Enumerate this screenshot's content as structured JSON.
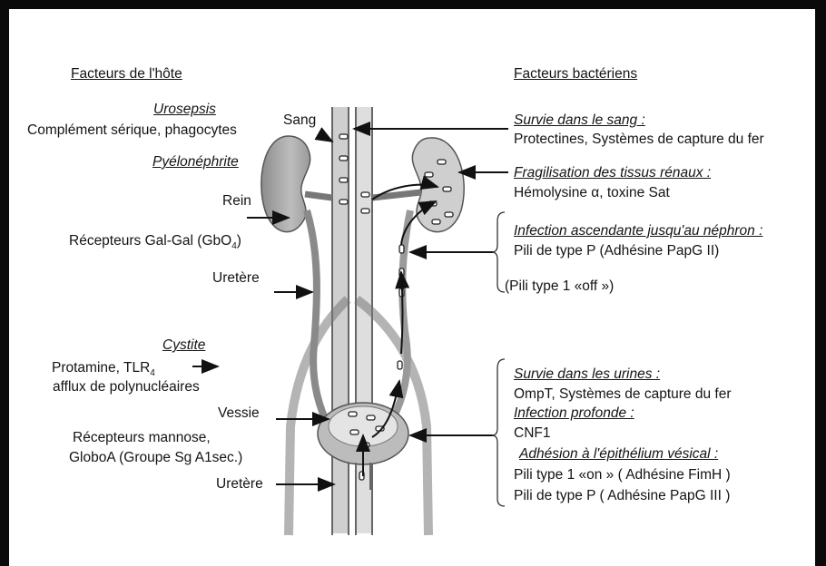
{
  "left": {
    "header": "Facteurs de l'hôte",
    "urosepsis": {
      "title": "Urosepsis",
      "text": "Complément sérique, phagocytes"
    },
    "sang": "Sang",
    "pyelo": "Pyélonéphrite",
    "rein": "Rein",
    "recepteurs_galgal": "Récepteurs Gal-Gal (GbO",
    "recepteurs_galgal_sub": "4",
    "recepteurs_galgal_end": ")",
    "uretere_top": "Uretère",
    "cystite": "Cystite",
    "protamine": "Protamine, TLR",
    "protamine_sub": "4",
    "afflux": "afflux de polynucléaires",
    "vessie": "Vessie",
    "mannose1": "Récepteurs mannose,",
    "mannose2": "GloboA (Groupe Sg A1sec.)",
    "uretere_bottom": "Uretère"
  },
  "right": {
    "header": "Facteurs bactériens",
    "survie_sang": {
      "title": "Survie dans le sang :",
      "text": "Protectines, Systèmes de capture du fer"
    },
    "fragilisation": {
      "title": "Fragilisation des tissus rénaux :",
      "text": "Hémolysine α, toxine Sat"
    },
    "ascendante": {
      "title": "Infection ascendante jusqu'au néphron :",
      "text": "Pili de type P (Adhésine PapG II)",
      "text2": "(Pili type 1 «off »)"
    },
    "survie_urines": {
      "title": "Survie dans les urines :",
      "text": "OmpT, Systèmes de capture du fer"
    },
    "profonde": {
      "title": "Infection profonde :",
      "text": "CNF1"
    },
    "adhesion": {
      "title": "Adhésion à l'épithélium vésical :",
      "text": "Pili type 1 «on » ( Adhésine FimH )",
      "text2": "Pili de type P ( Adhésine PapG III )"
    }
  },
  "colors": {
    "border": "#0a0a0a",
    "organ": "#b9b9b9",
    "organ_dark": "#6e6e6e",
    "arrow": "#111111"
  }
}
